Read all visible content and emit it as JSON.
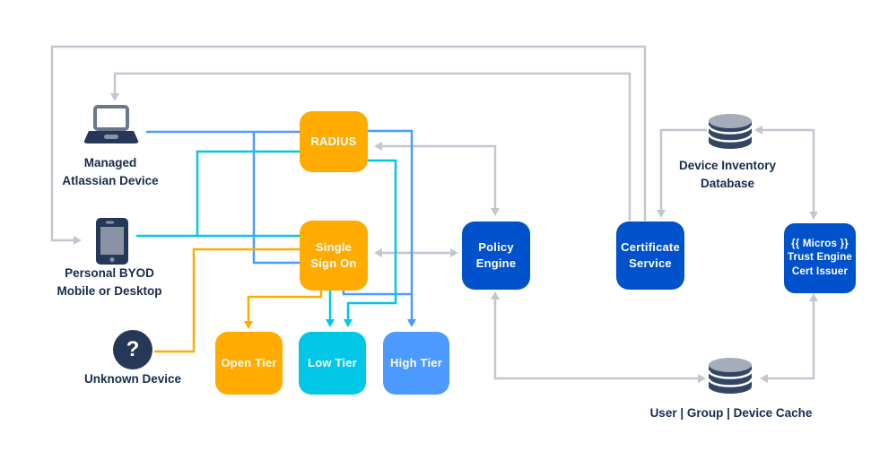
{
  "colors": {
    "orange": "#FFAB00",
    "cyan": "#00C7E5",
    "light_blue": "#4C9AFF",
    "dark_blue": "#0052CC",
    "navy": "#253858",
    "gray_line": "#C1C7D0",
    "label_text": "#172B4D"
  },
  "devices": {
    "managed": {
      "icon": "laptop-icon",
      "label_lines": [
        "Managed",
        "Atlassian Device"
      ]
    },
    "byod": {
      "icon": "phone-icon",
      "label_lines": [
        "Personal BYOD",
        "Mobile or Desktop"
      ]
    },
    "unknown": {
      "icon": "question-mark-icon",
      "glyph": "?",
      "label": "Unknown Device"
    }
  },
  "nodes": {
    "radius": {
      "label": "RADIUS"
    },
    "sso": {
      "label_lines": [
        "Single",
        "Sign On"
      ]
    },
    "open_tier": {
      "label": "Open Tier"
    },
    "low_tier": {
      "label": "Low Tier"
    },
    "high_tier": {
      "label": "High Tier"
    },
    "policy_engine": {
      "label_lines": [
        "Policy",
        "Engine"
      ]
    },
    "certificate_service": {
      "label_lines": [
        "Certificate",
        "Service"
      ]
    },
    "micros_trust_engine": {
      "label_lines": [
        "{{ Micros }}",
        "Trust Engine",
        "Cert Issuer"
      ]
    }
  },
  "databases": {
    "device_inventory": {
      "icon": "database-icon",
      "label_lines": [
        "Device Inventory",
        "Database"
      ]
    },
    "user_group_device_cache": {
      "icon": "database-icon",
      "label": "User | Group | Device Cache"
    }
  }
}
